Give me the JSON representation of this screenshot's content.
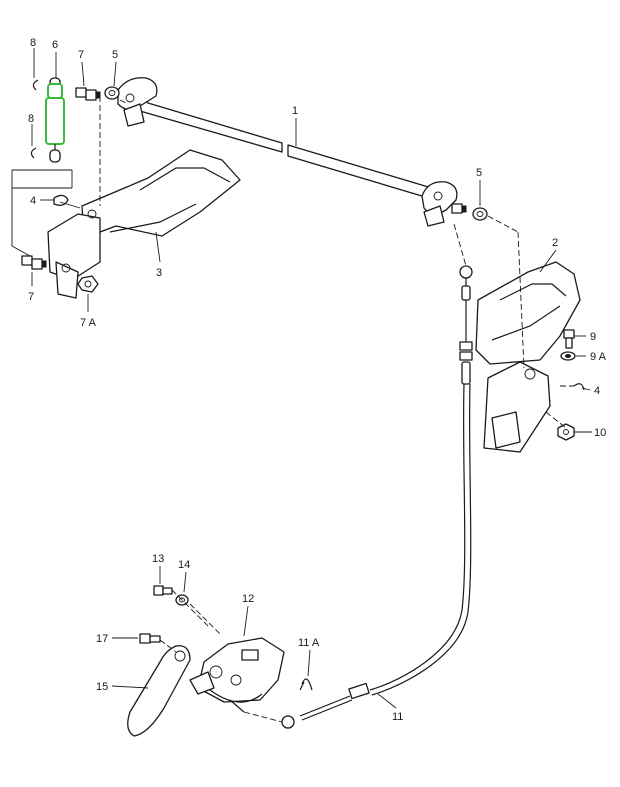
{
  "callouts": {
    "p1": "1",
    "p2": "2",
    "p3": "3",
    "p4a": "4",
    "p4b": "4",
    "p5a": "5",
    "p5b": "5",
    "p6": "6",
    "p7a": "7",
    "p7b": "7",
    "p7A": "7 A",
    "p8a": "8",
    "p8b": "8",
    "p9": "9",
    "p9A": "9 A",
    "p10": "10",
    "p11": "11",
    "p11A": "11 A",
    "p12": "12",
    "p13": "13",
    "p14": "14",
    "p15": "15",
    "p17": "17"
  },
  "colors": {
    "highlight": "#3cb83c",
    "ink": "#1a1a1a"
  },
  "highlighted_part": "6"
}
